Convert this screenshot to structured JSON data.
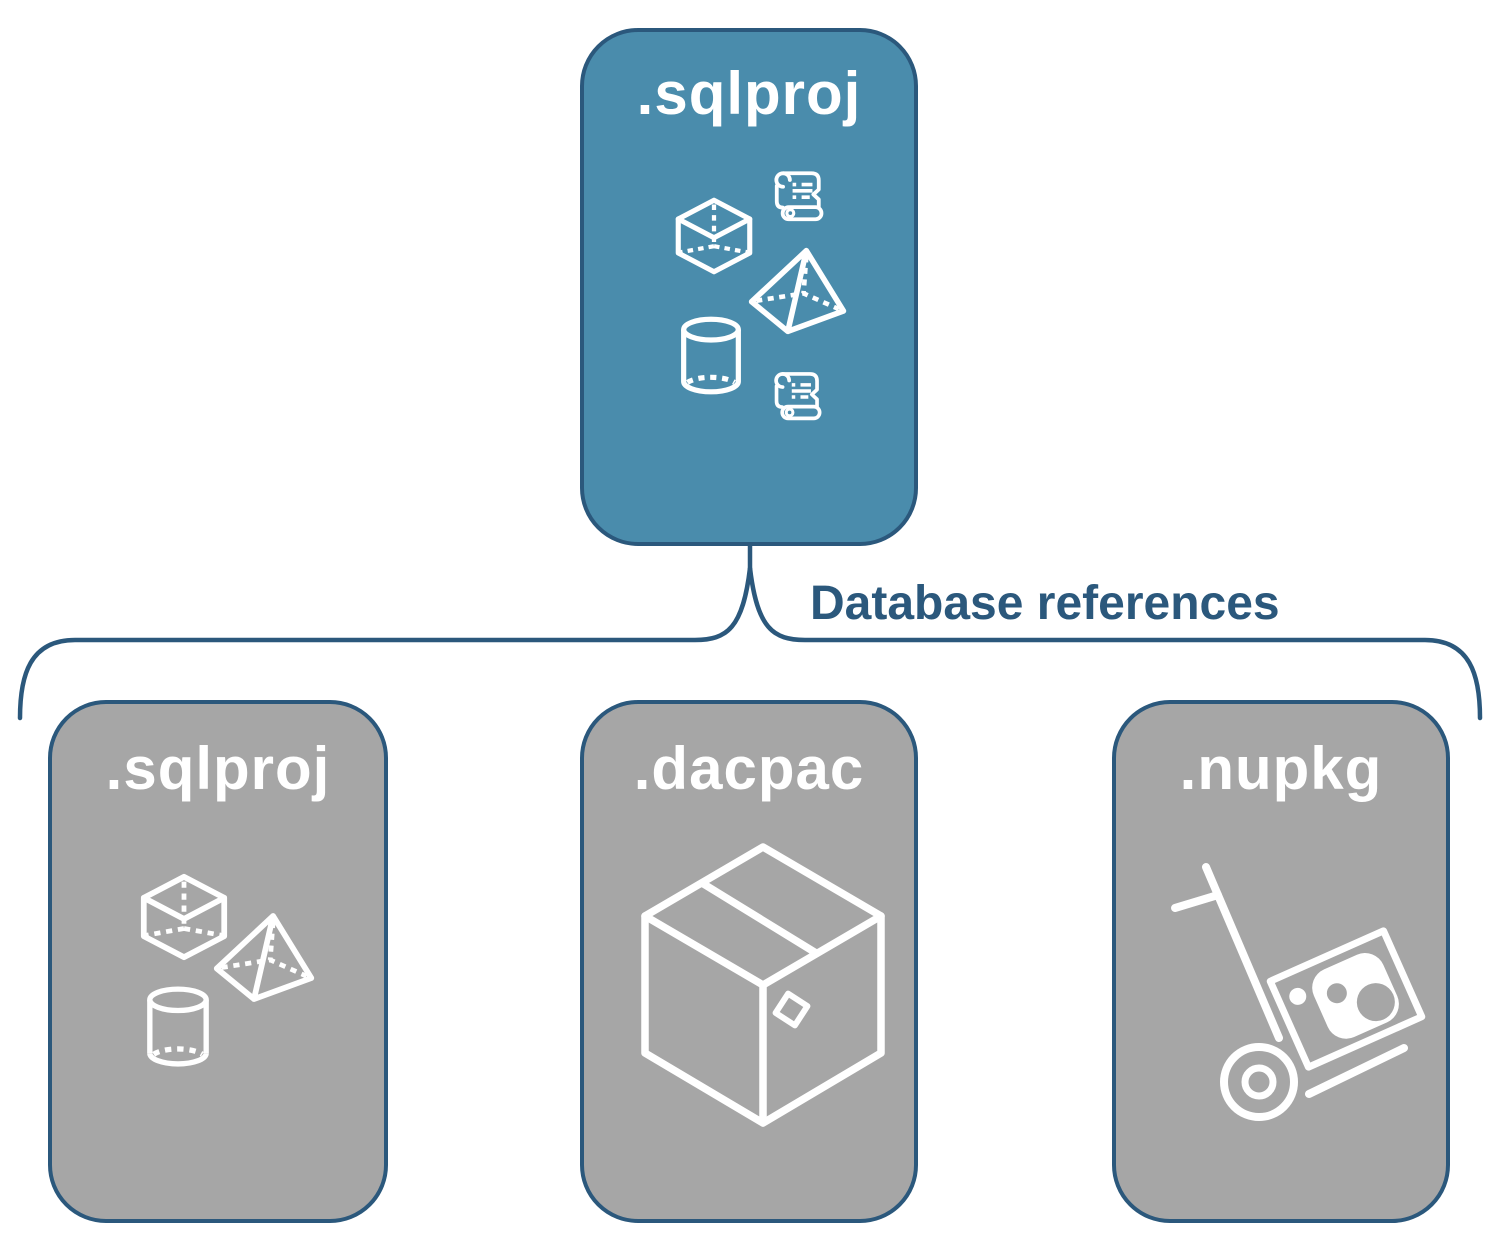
{
  "colors": {
    "accent_teal": "#4A8CAC",
    "box_gray": "#A6A6A6",
    "stroke_blue": "#2B587C",
    "icon_white": "#FFFFFF",
    "canvas_white": "#FFFFFF"
  },
  "connector": {
    "label": "Database references"
  },
  "root_node": {
    "label": ".sqlproj",
    "icons": [
      "scroll-icon",
      "cube-icon",
      "pyramid-icon",
      "cylinder-icon",
      "scroll-icon"
    ]
  },
  "child_nodes": [
    {
      "label": ".sqlproj",
      "icons": [
        "cube-icon",
        "pyramid-icon",
        "cylinder-icon"
      ]
    },
    {
      "label": ".dacpac",
      "icons": [
        "package-box-icon"
      ]
    },
    {
      "label": ".nupkg",
      "icons": [
        "hand-truck-icon",
        "nuget-logo"
      ]
    }
  ]
}
